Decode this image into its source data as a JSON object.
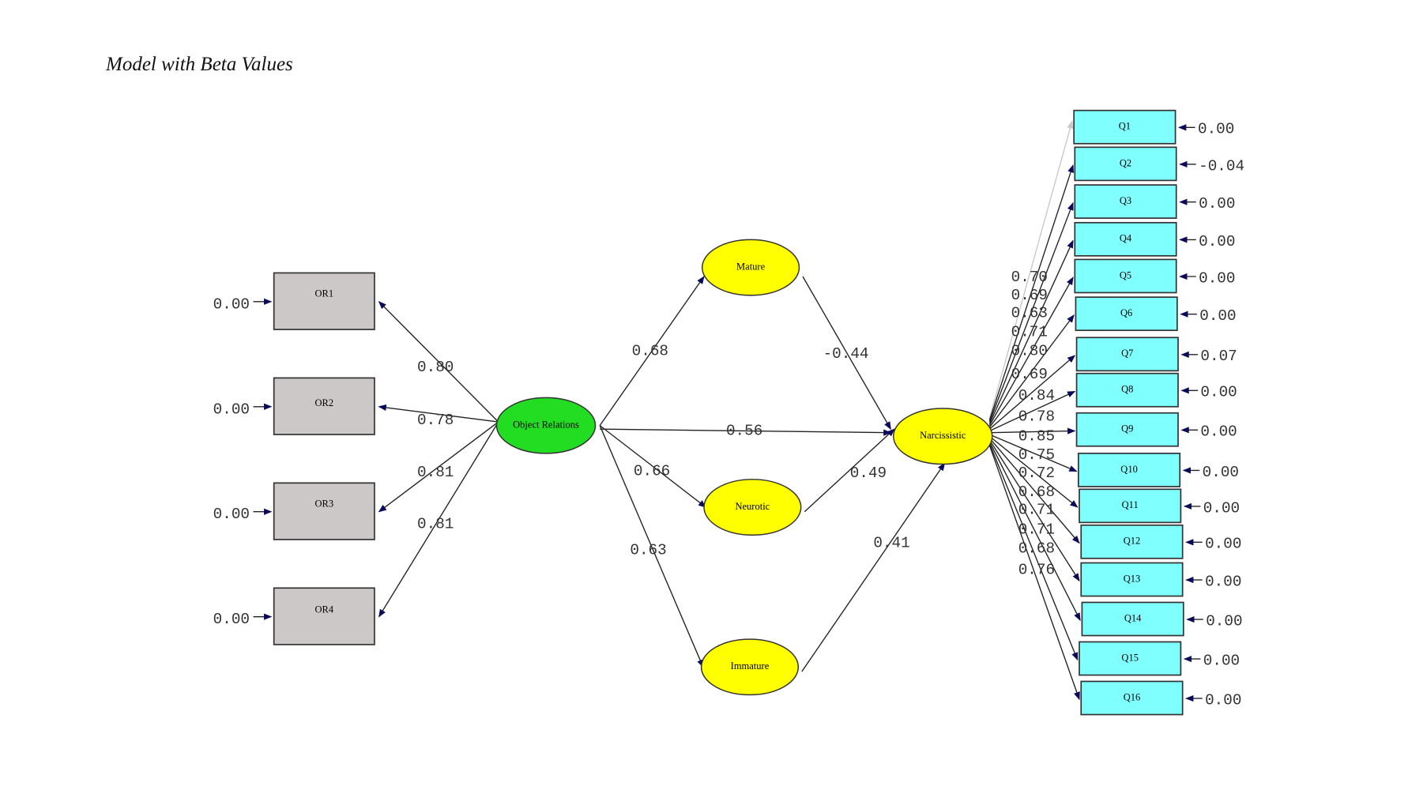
{
  "title": "Model with Beta Values",
  "colors": {
    "indicator_fill": "#cdc8c8",
    "item_fill": "#80ffff",
    "exogenous_fill": "#22dd22",
    "endogenous_fill": "#ffff00",
    "arrow": "#0a0a5a",
    "line": "#222222"
  },
  "exogenous": {
    "id": "object-relations",
    "label": "Object Relations"
  },
  "mediators": [
    {
      "id": "mature",
      "label": "Mature",
      "path_from_or": "0.68",
      "path_to_narc": "-0.44"
    },
    {
      "id": "neurotic",
      "label": "Neurotic",
      "path_from_or": "0.66",
      "path_to_narc": "0.49"
    },
    {
      "id": "immature",
      "label": "Immature",
      "path_from_or": "0.63",
      "path_to_narc": "0.41"
    }
  ],
  "direct_path": "0.56",
  "outcome": {
    "id": "narcissistic",
    "label": "Narcissistic"
  },
  "or_indicators": [
    {
      "label": "OR1",
      "loading": "0.80",
      "error": "0.00"
    },
    {
      "label": "OR2",
      "loading": "0.78",
      "error": "0.00"
    },
    {
      "label": "OR3",
      "loading": "0.81",
      "error": "0.00"
    },
    {
      "label": "OR4",
      "loading": "0.81",
      "error": "0.00"
    }
  ],
  "q_items": [
    {
      "label": "Q1",
      "loading": "0.70",
      "error": "0.00"
    },
    {
      "label": "Q2",
      "loading": "0.69",
      "error": "-0.04"
    },
    {
      "label": "Q3",
      "loading": "0.63",
      "error": "0.00"
    },
    {
      "label": "Q4",
      "loading": "0.71",
      "error": "0.00"
    },
    {
      "label": "Q5",
      "loading": "0.80",
      "error": "0.00"
    },
    {
      "label": "Q6",
      "loading": "0.69",
      "error": "0.00"
    },
    {
      "label": "Q7",
      "loading": "0.84",
      "error": "0.07"
    },
    {
      "label": "Q8",
      "loading": "0.78",
      "error": "0.00"
    },
    {
      "label": "Q9",
      "loading": "0.85",
      "error": "0.00"
    },
    {
      "label": "Q10",
      "loading": "0.75",
      "error": "0.00"
    },
    {
      "label": "Q11",
      "loading": "0.72",
      "error": "0.00"
    },
    {
      "label": "Q12",
      "loading": "0.68",
      "error": "0.00"
    },
    {
      "label": "Q13",
      "loading": "0.71",
      "error": "0.00"
    },
    {
      "label": "Q14",
      "loading": "0.71",
      "error": "0.00"
    },
    {
      "label": "Q15",
      "loading": "0.68",
      "error": "0.00"
    },
    {
      "label": "Q16",
      "loading": "0.76",
      "error": "0.00"
    }
  ]
}
